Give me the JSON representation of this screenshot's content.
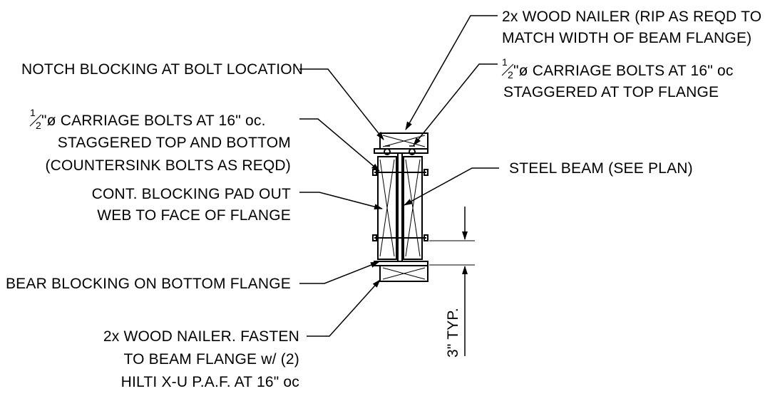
{
  "notes": {
    "nailer_top_line1": "2x WOOD NAILER (RIP AS REQD TO",
    "nailer_top_line2": "MATCH WIDTH OF BEAM FLANGE)",
    "notch_blocking": "NOTCH BLOCKING AT BOLT LOCATION",
    "top_bolts_fraction_num": "1",
    "top_bolts_fraction_den": "2",
    "top_bolts_line1": "\"ø CARRIAGE BOLTS AT 16\" oc",
    "top_bolts_line2": "STAGGERED AT TOP FLANGE",
    "side_bolts_fraction_num": "1",
    "side_bolts_fraction_den": "2",
    "side_bolts_line1": "\"ø CARRIAGE BOLTS AT 16\" oc.",
    "side_bolts_line2": "STAGGERED TOP AND BOTTOM",
    "side_bolts_line3": "(COUNTERSINK BOLTS AS REQD)",
    "steel_beam": "STEEL BEAM (SEE PLAN)",
    "cont_blocking_line1": "CONT. BLOCKING PAD OUT",
    "cont_blocking_line2": "WEB TO FACE OF FLANGE",
    "bear_blocking": "BEAR BLOCKING ON BOTTOM FLANGE",
    "nailer_bottom_line1": "2x WOOD NAILER. FASTEN",
    "nailer_bottom_line2": "TO BEAM FLANGE w/ (2)",
    "nailer_bottom_line3": "HILTI X-U P.A.F. AT 16\" oc"
  },
  "dimension": {
    "label": "3\" TYP."
  }
}
